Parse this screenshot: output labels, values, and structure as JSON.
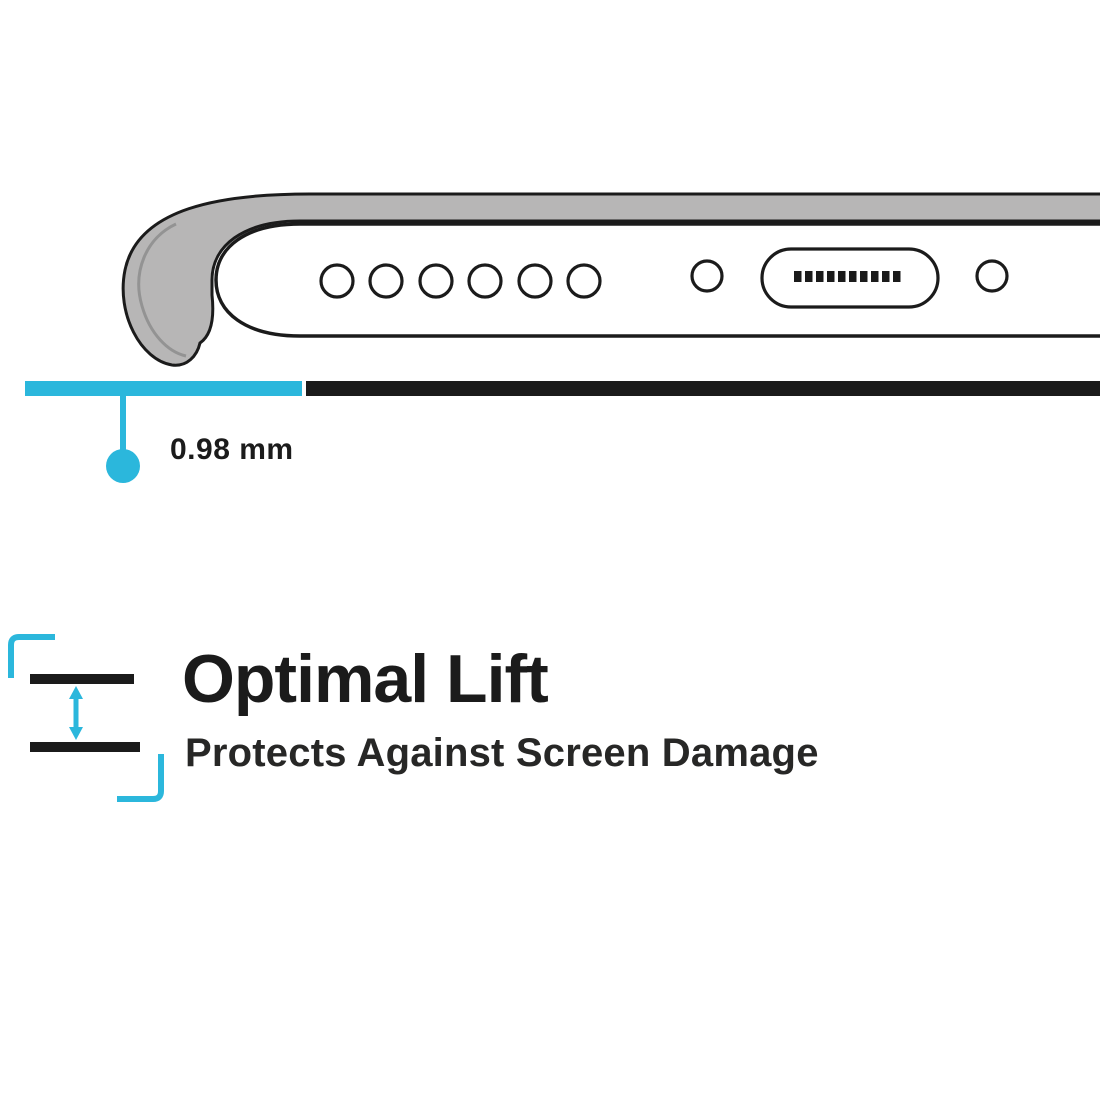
{
  "colors": {
    "accent": "#2bb7dc",
    "ink": "#1b1b1b",
    "case_gray": "#b7b6b6",
    "case_gray_dark": "#939393",
    "paper": "#ffffff"
  },
  "measurement": {
    "label": "0.98 mm"
  },
  "feature": {
    "title": "Optimal Lift",
    "subtitle": "Protects Against Screen Damage"
  },
  "icons": {
    "lift_arrow": "double-headed vertical arrow",
    "measurement_dot": "filled circle marker",
    "brackets": "cyan corner brackets"
  }
}
